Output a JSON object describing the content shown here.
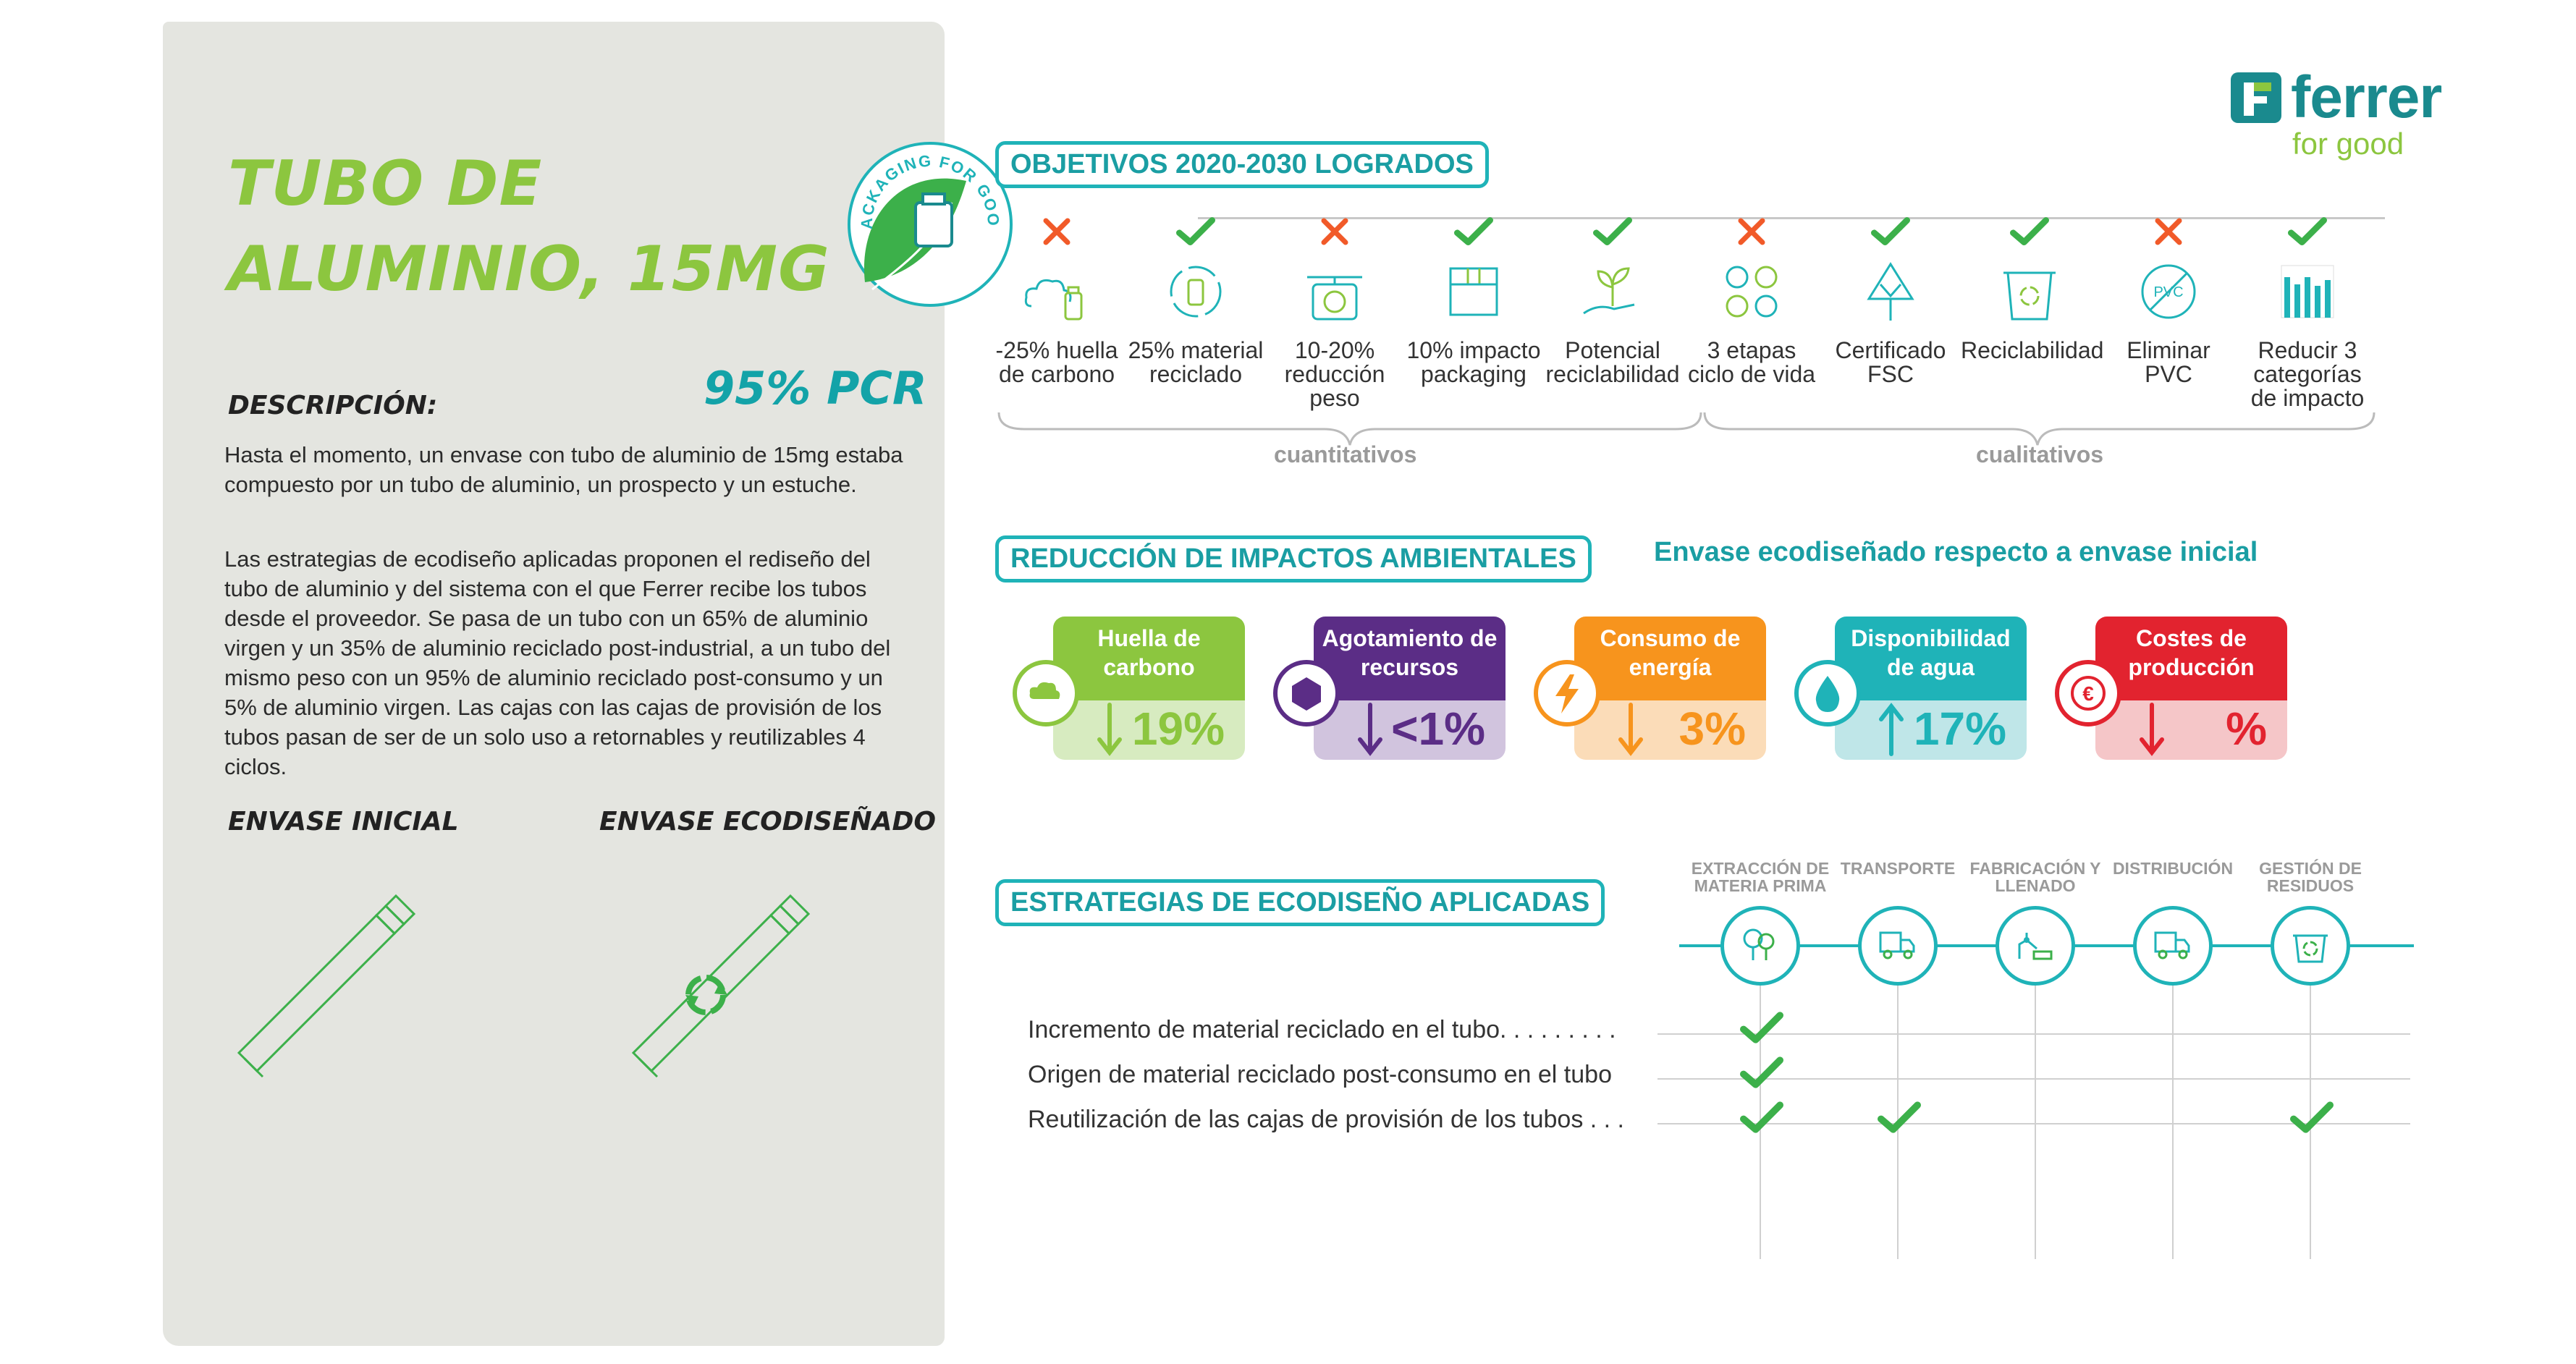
{
  "brand": {
    "name": "ferrer",
    "tagline": "for good",
    "teal": "#1a8a8e",
    "green": "#8cc63f"
  },
  "product": {
    "title": "TUBO DE ALUMINIO, 15MG",
    "pcr": "95% PCR",
    "description_label": "DESCRIPCIÓN:",
    "paragraph1": "Hasta el momento, un envase con tubo de aluminio de 15mg estaba compuesto por un tubo de aluminio, un prospecto y un estuche.",
    "paragraph2": "Las estrategias de ecodiseño aplicadas proponen el rediseño del tubo de aluminio y del sistema con el que Ferrer recibe los tubos desde el proveedor. Se pasa de un tubo con un 65% de aluminio virgen y un 35% de aluminio reciclado post-industrial, a un tubo del mismo peso con un 95% de aluminio reciclado post-consumo y un 5% de aluminio virgen. Las cajas con las cajas de provisión de los tubos pasan de ser de un solo uso a retornables y reutilizables 4 ciclos.",
    "initial_label": "ENVASE INICIAL",
    "eco_label": "ENVASE ECODISEÑADO"
  },
  "badge": {
    "text": "PACKAGING FOR GOOD"
  },
  "objectives": {
    "title": "OBJETIVOS 2020-2030 LOGRADOS",
    "items": [
      {
        "label": "-25% huella de carbono",
        "achieved": false,
        "icon": "cloud-bottle-icon"
      },
      {
        "label": "25% material reciclado",
        "achieved": true,
        "icon": "recycle-bottle-icon"
      },
      {
        "label": "10-20% reducción peso",
        "achieved": false,
        "icon": "scale-icon"
      },
      {
        "label": "10% impacto packaging",
        "achieved": true,
        "icon": "box-icon"
      },
      {
        "label": "Potencial reciclabilidad",
        "achieved": true,
        "icon": "plant-hand-icon"
      },
      {
        "label": "3 etapas ciclo de vida",
        "achieved": false,
        "icon": "lifecycle-icon"
      },
      {
        "label": "Certificado FSC",
        "achieved": true,
        "icon": "fsc-tree-icon"
      },
      {
        "label": "Reciclabilidad",
        "achieved": true,
        "icon": "recycle-bin-icon"
      },
      {
        "label": "Eliminar PVC",
        "achieved": false,
        "icon": "no-pvc-icon"
      },
      {
        "label": "Reducir 3 categorías de impacto",
        "achieved": true,
        "icon": "bar-chart-icon"
      }
    ],
    "group_quantitative": "cuantitativos",
    "group_qualitative": "cualitativos"
  },
  "impacts": {
    "title": "REDUCCIÓN DE IMPACTOS AMBIENTALES",
    "subtitle": "Envase ecodiseñado respecto a envase inicial",
    "cards": [
      {
        "label": "Huella de carbono",
        "value": "19%",
        "direction": "down",
        "color": "#8cc63f",
        "light": "#d7ebc0",
        "icon": "cloud-icon"
      },
      {
        "label": "Agotamiento de recursos",
        "value": "<1%",
        "direction": "down",
        "color": "#5b2d86",
        "light": "#d1c4de",
        "icon": "hexagon-icon"
      },
      {
        "label": "Consumo de energía",
        "value": "3%",
        "direction": "down",
        "color": "#f7941d",
        "light": "#fbdcb8",
        "icon": "lightning-icon"
      },
      {
        "label": "Disponibilidad de agua",
        "value": "17%",
        "direction": "up",
        "color": "#1fb3b8",
        "light": "#bfe6e8",
        "icon": "water-drop-icon"
      },
      {
        "label": "Costes de producción",
        "value": "%",
        "direction": "down",
        "color": "#e2232f",
        "light": "#f5c6c8",
        "icon": "euro-icon"
      }
    ]
  },
  "strategies": {
    "title": "ESTRATEGIAS DE ECODISEÑO APLICADAS",
    "stages": [
      {
        "label": "EXTRACCIÓN DE MATERIA PRIMA",
        "icon": "trees-icon"
      },
      {
        "label": "TRANSPORTE",
        "icon": "truck-icon"
      },
      {
        "label": "FABRICACIÓN Y LLENADO",
        "icon": "factory-robot-icon"
      },
      {
        "label": "DISTRIBUCIÓN",
        "icon": "delivery-truck-icon"
      },
      {
        "label": "GESTIÓN DE RESIDUOS",
        "icon": "waste-bin-icon"
      }
    ],
    "rows": [
      {
        "label": "Incremento de material reciclado en el tubo. . . . . . . . .",
        "checks": [
          true,
          false,
          false,
          false,
          false
        ]
      },
      {
        "label": "Origen de material reciclado post-consumo en el tubo",
        "checks": [
          true,
          false,
          false,
          false,
          false
        ]
      },
      {
        "label": "Reutilización de las cajas de provisión de los tubos . . .",
        "checks": [
          true,
          true,
          false,
          false,
          true
        ]
      }
    ]
  }
}
